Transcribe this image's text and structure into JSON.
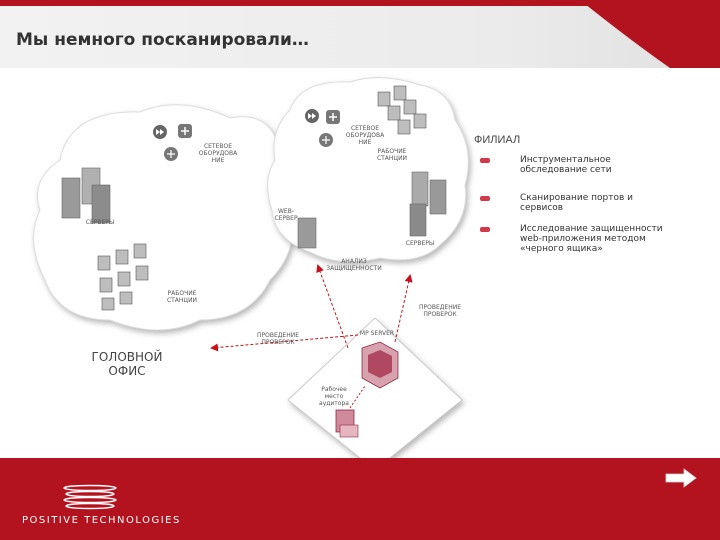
{
  "slide": {
    "title": "Мы немного посканировали…"
  },
  "diagram": {
    "branch_label": "ФИЛИАЛ",
    "head_office_label_line1": "ГОЛОВНОЙ",
    "head_office_label_line2": "ОФИС",
    "labels": {
      "network_equipment_head_1": "СЕТЕВОЕ",
      "network_equipment_head_2": "ОБОРУДОВА",
      "network_equipment_head_3": "НИЕ",
      "servers_head": "СЕРВЕРЫ",
      "workstations_head_1": "РАБОЧИЕ",
      "workstations_head_2": "СТАНЦИИ",
      "network_equipment_branch_1": "СЕТЕВОЕ",
      "network_equipment_branch_2": "ОБОРУДОВА",
      "network_equipment_branch_3": "НИЕ",
      "workstations_branch_1": "РАБОЧИЕ",
      "workstations_branch_2": "СТАНЦИИ",
      "web_server_1": "WEB-",
      "web_server_2": "СЕРВЕР",
      "servers_branch": "СЕРВЕРЫ",
      "analysis_1": "АНАЛИЗ",
      "analysis_2": "ЗАЩИЩЕННОСТИ",
      "checks_1_line1": "ПРОВЕДЕНИЕ",
      "checks_1_line2": "ПРОВЕРОК",
      "checks_2_line1": "ПРОВЕДЕНИЕ",
      "checks_2_line2": "ПРОВЕРОК",
      "mp_server": "MP SERVER",
      "auditor_ws_1": "Рабочее",
      "auditor_ws_2": "место",
      "auditor_ws_3": "аудитора"
    }
  },
  "legend": [
    {
      "line1": "Инструментальное",
      "line2": "обследование сети"
    },
    {
      "line1": "Сканирование портов и",
      "line2": "сервисов"
    },
    {
      "line1": "Исследование защищенности",
      "line2": "web-приложения методом",
      "line3": "«черного ящика»"
    }
  ],
  "footer": {
    "logo": "POSITIVE  TECHNOLOGIES"
  },
  "colors": {
    "brand_red": "#b3121f",
    "arrow_red": "#c8101e",
    "cloud_fill": "#ffffff",
    "cloud_shadow": "#cfcfcf"
  }
}
